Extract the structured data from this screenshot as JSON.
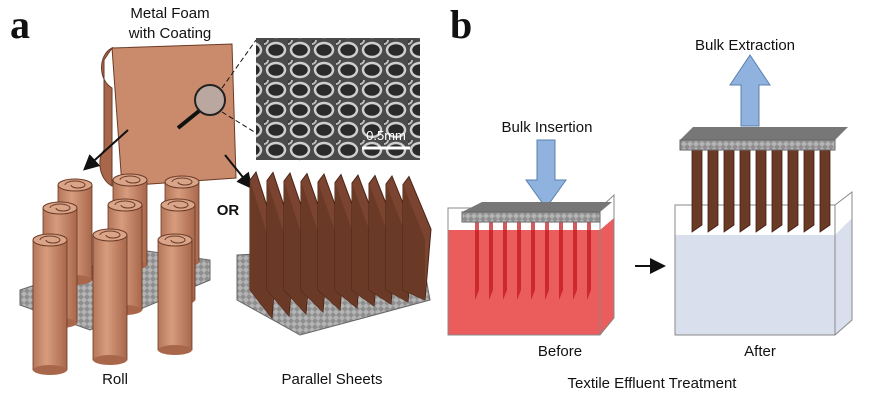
{
  "panel_a": {
    "letter": "a",
    "title_line1": "Metal Foam",
    "title_line2": "with Coating",
    "scale_bar": "0.5mm",
    "or_label": "OR",
    "roll_label": "Roll",
    "sheets_label": "Parallel Sheets"
  },
  "panel_b": {
    "letter": "b",
    "insertion_label": "Bulk Insertion",
    "extraction_label": "Bulk Extraction",
    "before_label": "Before",
    "after_label": "After",
    "caption": "Textile Effluent Treatment"
  },
  "colors": {
    "copper": "#c98b6c",
    "copper_dark": "#6b3a26",
    "plate": "#a9a9a9",
    "dye": "#e8403f",
    "water": "#d6dcec",
    "arrow": "#8fb3de"
  }
}
